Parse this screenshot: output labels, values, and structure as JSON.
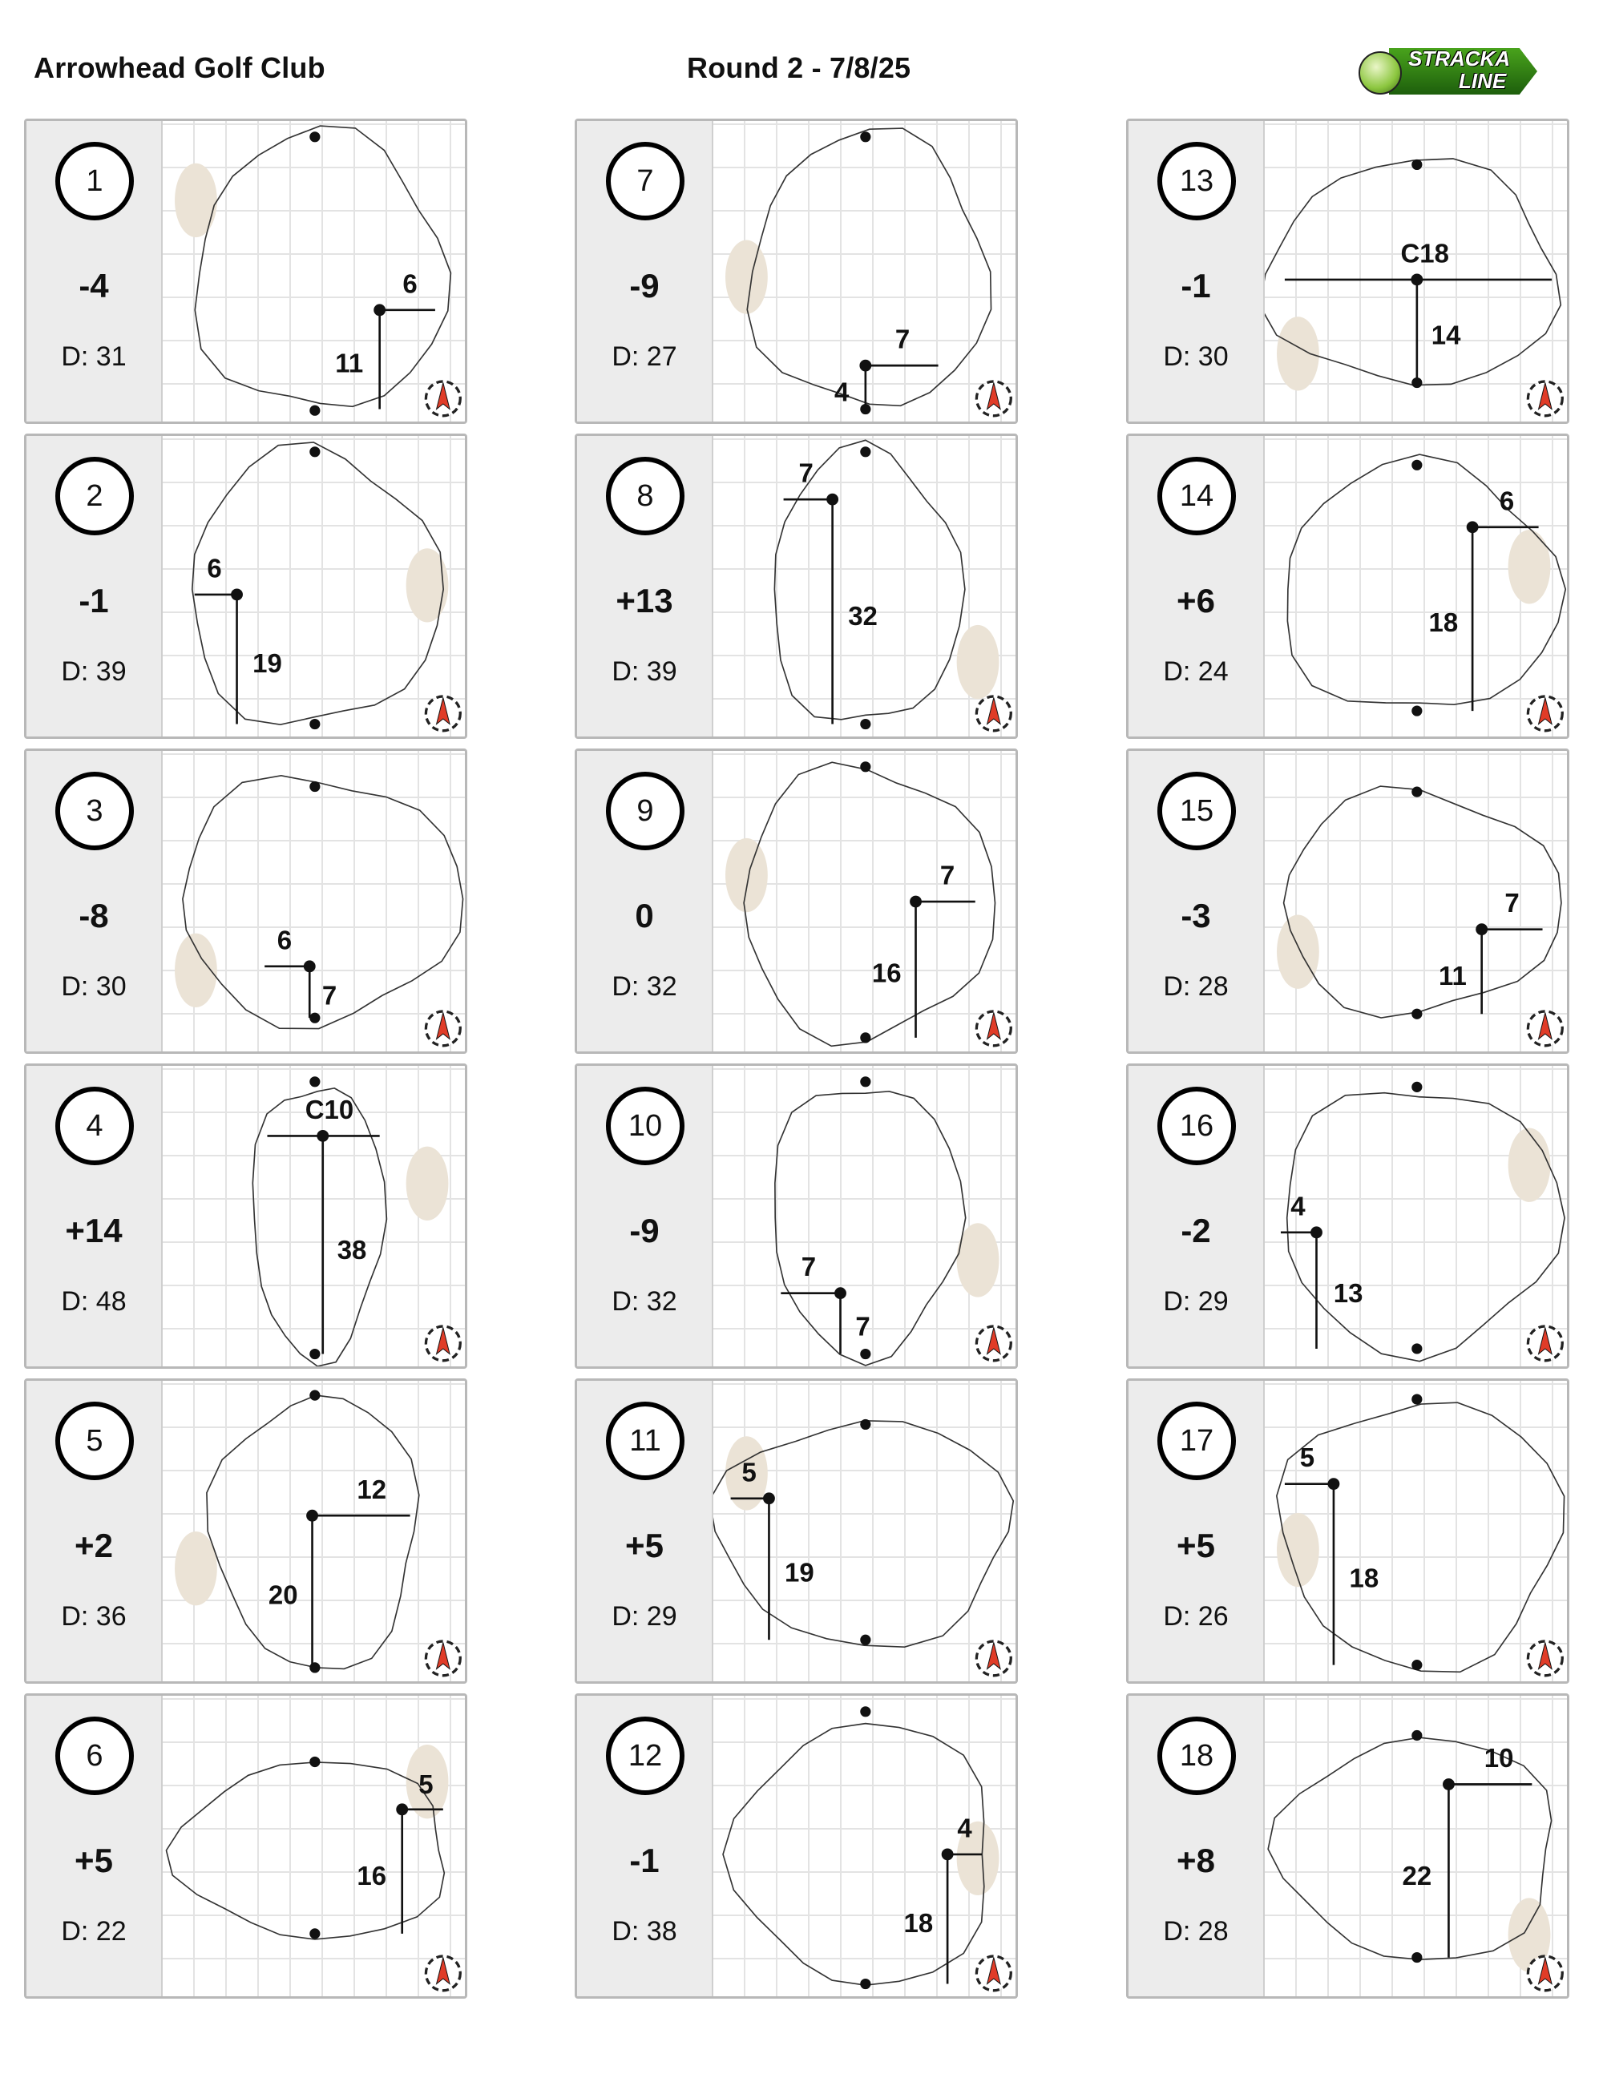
{
  "header": {
    "course": "Arrowhead Golf Club",
    "round": "Round 2 - 7/8/25"
  },
  "logo": {
    "line1": "STRACKA",
    "line2": "LINE"
  },
  "colors": {
    "panel": "#ececec",
    "sand": "#ebe3d6",
    "compass_arrow": "#e03c28",
    "logo_green": "#2f8a14"
  },
  "holes": [
    {
      "number": "1",
      "score": "-4",
      "distance": "D: 31",
      "measure_a": "6",
      "measure_b": "11"
    },
    {
      "number": "2",
      "score": "-1",
      "distance": "D: 39",
      "measure_a": "6",
      "measure_b": "19"
    },
    {
      "number": "3",
      "score": "-8",
      "distance": "D: 30",
      "measure_a": "6",
      "measure_b": "7"
    },
    {
      "number": "4",
      "score": "+14",
      "distance": "D: 48",
      "measure_a": "C10",
      "measure_b": "38"
    },
    {
      "number": "5",
      "score": "+2",
      "distance": "D: 36",
      "measure_a": "12",
      "measure_b": "20"
    },
    {
      "number": "6",
      "score": "+5",
      "distance": "D: 22",
      "measure_a": "5",
      "measure_b": "16"
    },
    {
      "number": "7",
      "score": "-9",
      "distance": "D: 27",
      "measure_a": "7",
      "measure_b": "4"
    },
    {
      "number": "8",
      "score": "+13",
      "distance": "D: 39",
      "measure_a": "7",
      "measure_b": "32"
    },
    {
      "number": "9",
      "score": "0",
      "distance": "D: 32",
      "measure_a": "7",
      "measure_b": "16"
    },
    {
      "number": "10",
      "score": "-9",
      "distance": "D: 32",
      "measure_a": "7",
      "measure_b": "7"
    },
    {
      "number": "11",
      "score": "+5",
      "distance": "D: 29",
      "measure_a": "5",
      "measure_b": "19"
    },
    {
      "number": "12",
      "score": "-1",
      "distance": "D: 38",
      "measure_a": "4",
      "measure_b": "18"
    },
    {
      "number": "13",
      "score": "-1",
      "distance": "D: 30",
      "measure_a": "C18",
      "measure_b": "14"
    },
    {
      "number": "14",
      "score": "+6",
      "distance": "D: 24",
      "measure_a": "6",
      "measure_b": "18"
    },
    {
      "number": "15",
      "score": "-3",
      "distance": "D: 28",
      "measure_a": "7",
      "measure_b": "11"
    },
    {
      "number": "16",
      "score": "-2",
      "distance": "D: 29",
      "measure_a": "4",
      "measure_b": "13"
    },
    {
      "number": "17",
      "score": "+5",
      "distance": "D: 26",
      "measure_a": "5",
      "measure_b": "18"
    },
    {
      "number": "18",
      "score": "+8",
      "distance": "D: 28",
      "measure_a": "10",
      "measure_b": "22"
    }
  ]
}
